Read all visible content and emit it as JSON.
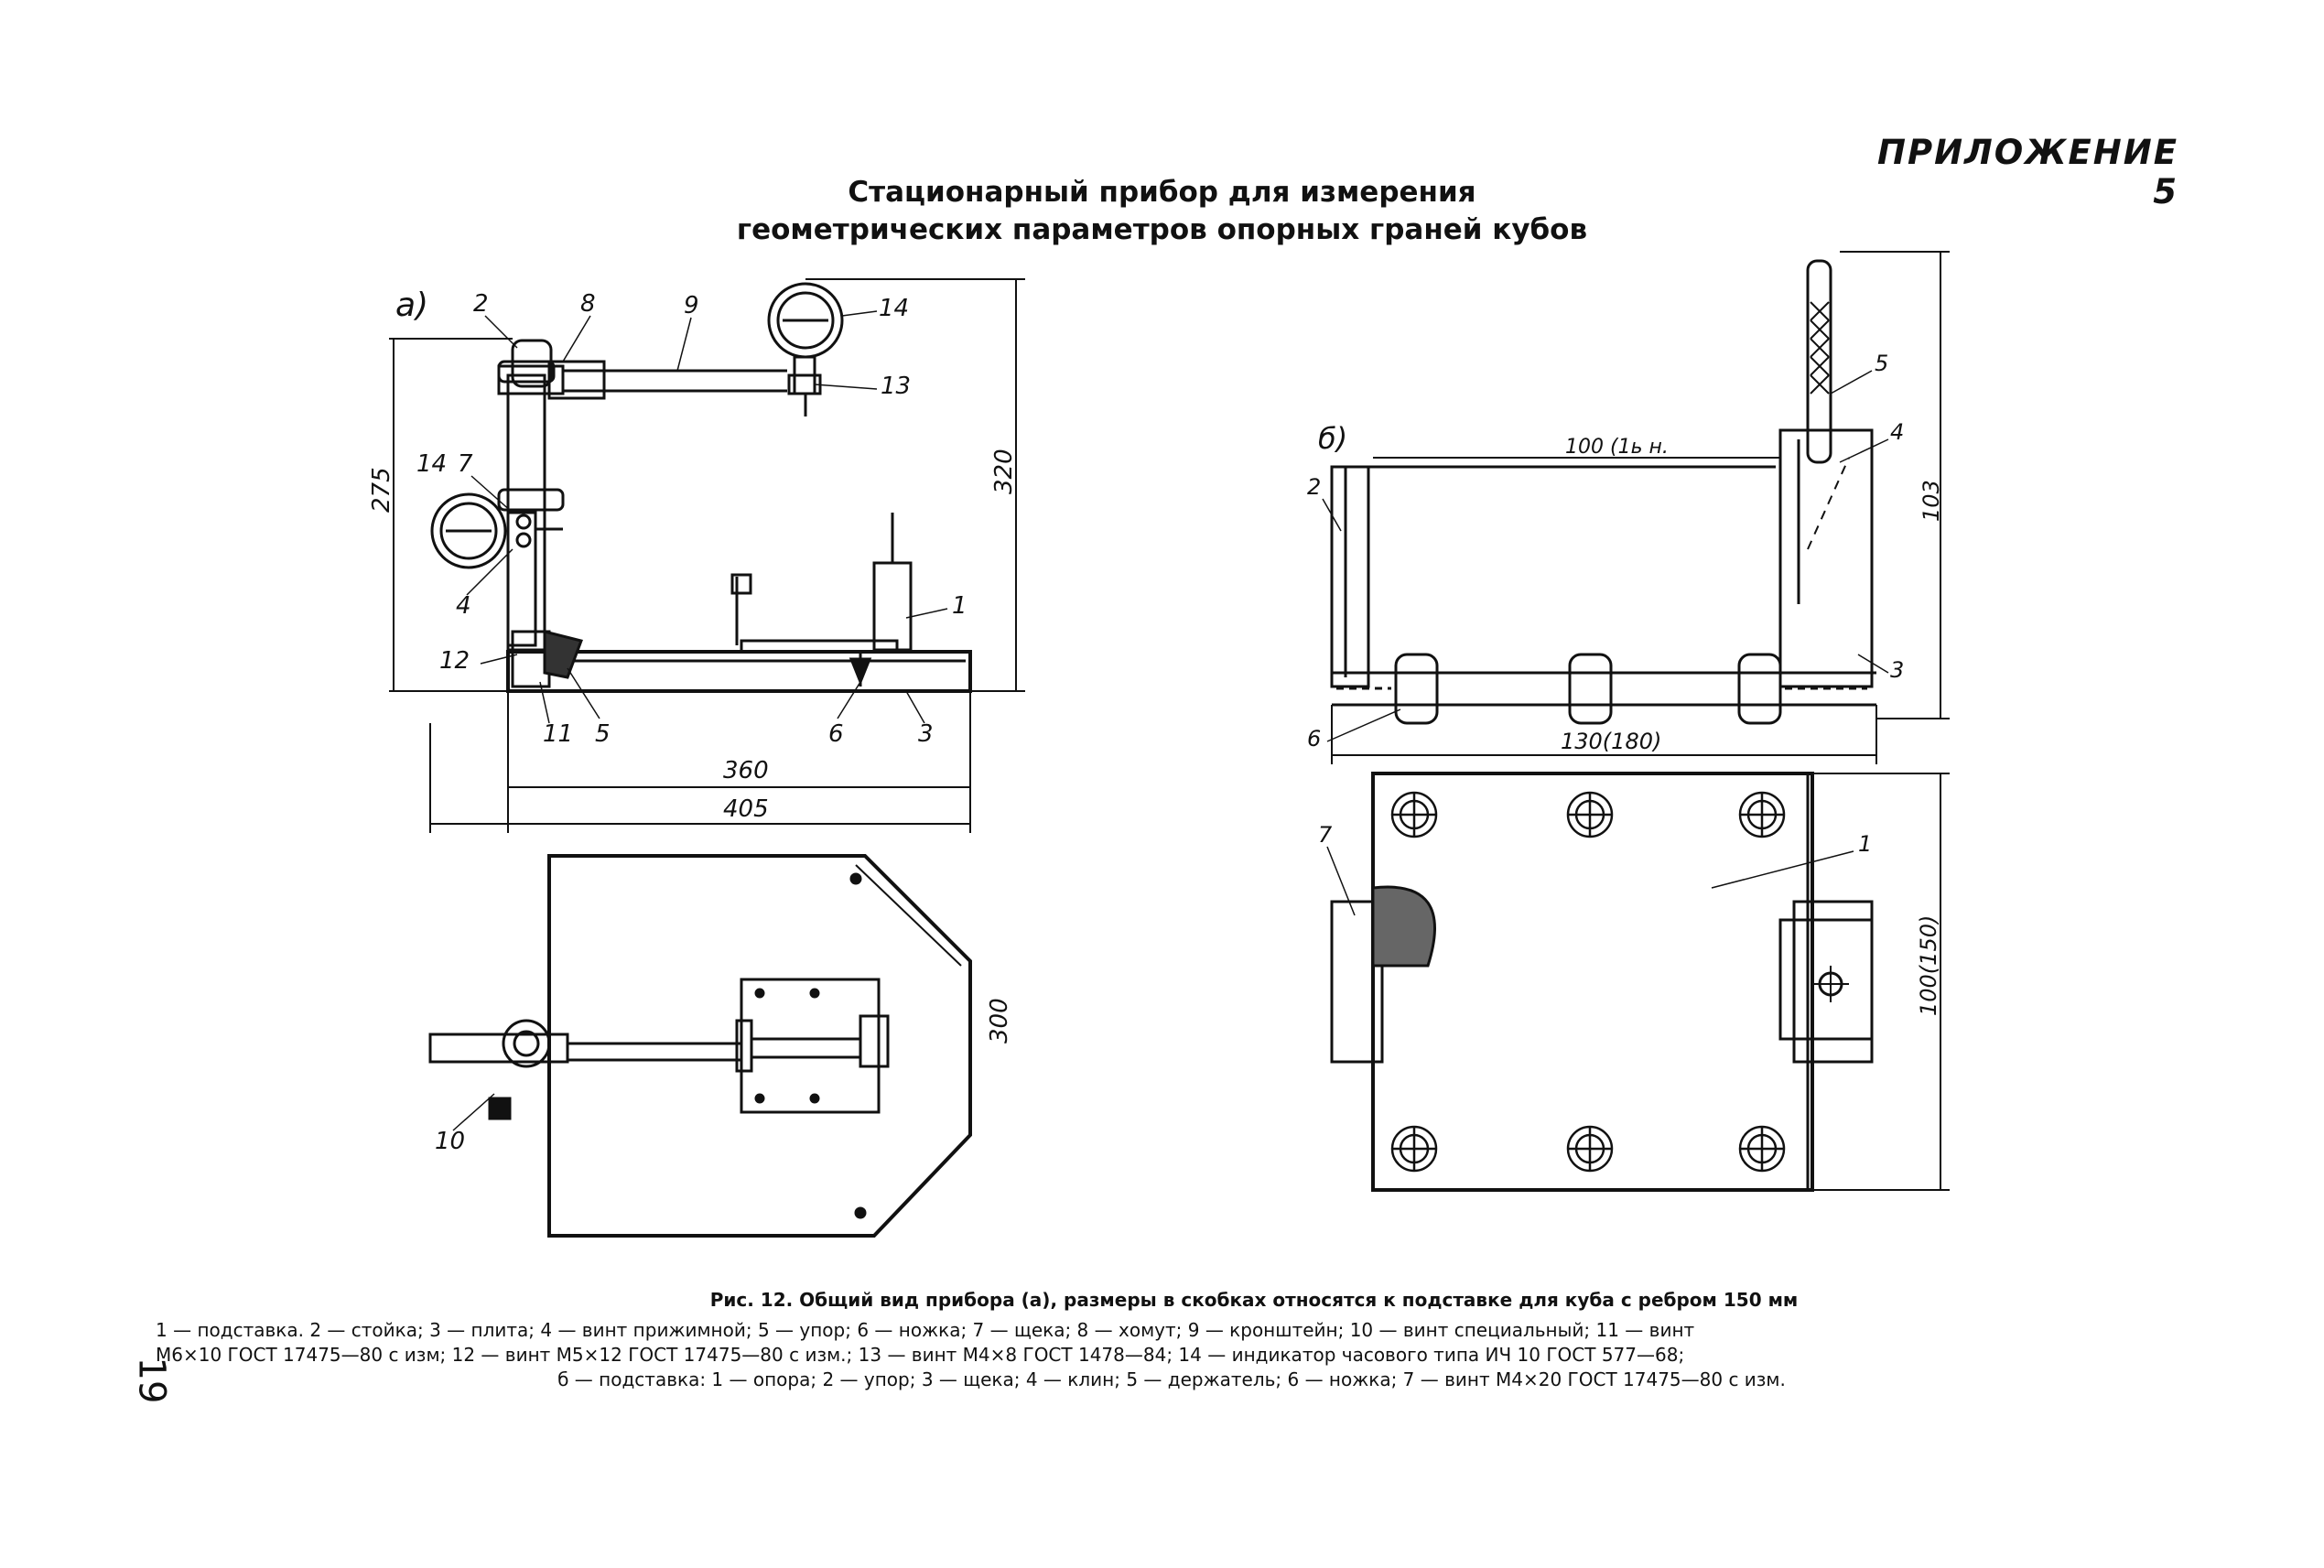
{
  "header": {
    "appendix": "ПРИЛОЖЕНИЕ 5"
  },
  "title": {
    "line1": "Стационарный прибор для измерения",
    "line2": "геометрических параметров опорных граней кубов"
  },
  "figure_a": {
    "label": "а)",
    "dimensions": {
      "height_total": "320",
      "height_left": "275",
      "width_inner": "360",
      "width_total": "405",
      "height_plan": "300"
    },
    "callouts": [
      "2",
      "8",
      "9",
      "14",
      "13",
      "14",
      "7",
      "4",
      "12",
      "11",
      "5",
      "6",
      "3",
      "1",
      "10"
    ]
  },
  "figure_b": {
    "label": "б)",
    "dimensions": {
      "width_top": "100 (1ь н.",
      "height_right": "103",
      "width_bottom": "130(180)",
      "height_plan": "100(150)"
    },
    "callouts": [
      "2",
      "5",
      "4",
      "3",
      "6",
      "7",
      "1"
    ]
  },
  "caption": "Рис. 12. Общий вид прибора (а), размеры в скобках относятся к подставке для куба с ребром 150 мм",
  "legend": {
    "line1": "1 — подставка. 2 — стойка; 3 — плита; 4 — винт прижимной; 5 — упор; 6 — ножка; 7 — щека; 8 — хомут; 9 — кронштейн; 10 — винт специальный; 11 — винт",
    "line2": "М6×10 ГОСТ 17475—80 с изм; 12 — винт М5×12 ГОСТ 17475—80 с изм.; 13 — винт М4×8 ГОСТ 1478—84; 14 — индикатор часового типа ИЧ 10 ГОСТ 577—68;",
    "line3": "б — подставка: 1 — опора; 2 — упор; 3 — щека; 4 — клин; 5 — держатель; 6 — ножка; 7 — винт М4×20 ГОСТ 17475—80 с изм."
  },
  "page_number": "19"
}
